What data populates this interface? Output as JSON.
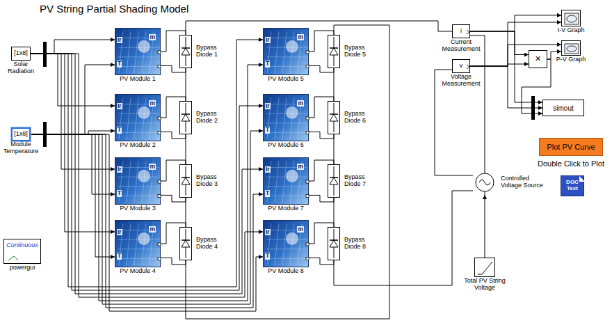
{
  "diagram": {
    "title": "PV String Partial Shading Model",
    "nodes": [
      {
        "text": [
          "[1x8]",
          "Solar Radiation"
        ]
      },
      {
        "text": [
          "[1x8]",
          "Module Temperature"
        ]
      },
      {
        "text": [
          "Continuous",
          "powergui"
        ]
      },
      {
        "text": [
          "Ir",
          "T",
          "m",
          "PV Module 1"
        ]
      },
      {
        "text": [
          "Ir",
          "T",
          "m",
          "PV Module 2"
        ]
      },
      {
        "text": [
          "Ir",
          "T",
          "m",
          "PV Module 3"
        ]
      },
      {
        "text": [
          "Ir",
          "T",
          "m",
          "PV Module 4"
        ]
      },
      {
        "text": [
          "Ir",
          "T",
          "m",
          "PV Module 5"
        ]
      },
      {
        "text": [
          "Ir",
          "T",
          "m",
          "PV Module 6"
        ]
      },
      {
        "text": [
          "Ir",
          "T",
          "m",
          "PV Module 7"
        ]
      },
      {
        "text": [
          "Ir",
          "T",
          "m",
          "PV Module 8"
        ]
      },
      {
        "text": [
          "Bypass Diode 1"
        ]
      },
      {
        "text": [
          "Bypass Diode 2"
        ]
      },
      {
        "text": [
          "Bypass Diode 3"
        ]
      },
      {
        "text": [
          "Bypass Diode 4"
        ]
      },
      {
        "text": [
          "Bypass Diode 5"
        ]
      },
      {
        "text": [
          "Bypass Diode 6"
        ]
      },
      {
        "text": [
          "Bypass Diode 7"
        ]
      },
      {
        "text": [
          "Bypass Diode 8"
        ]
      },
      {
        "text": [
          "i",
          "Current Measurement"
        ]
      },
      {
        "text": [
          "v",
          "Voltage Measurement"
        ]
      },
      {
        "text": [
          "I-V Graph"
        ]
      },
      {
        "text": [
          "P-V Graph"
        ]
      },
      {
        "text": [
          "×"
        ]
      },
      {
        "text": [
          "simout"
        ]
      },
      {
        "text": [
          "Plot PV Curve"
        ]
      },
      {
        "text": [
          "DOC Text"
        ]
      },
      {
        "text": [
          "Controlled Voltage Source"
        ]
      },
      {
        "text": [
          "Total PV String Voltage"
        ]
      }
    ],
    "edges": [
      {
        "from": 0,
        "to": 3,
        "arrow": "to"
      },
      {
        "from": 0,
        "to": 4,
        "arrow": "to"
      },
      {
        "from": 0,
        "to": 5,
        "arrow": "to"
      },
      {
        "from": 0,
        "to": 6,
        "arrow": "to"
      },
      {
        "from": 0,
        "to": 7,
        "arrow": "to"
      },
      {
        "from": 0,
        "to": 8,
        "arrow": "to"
      },
      {
        "from": 0,
        "to": 9,
        "arrow": "to"
      },
      {
        "from": 0,
        "to": 10,
        "arrow": "to"
      },
      {
        "from": 1,
        "to": 3,
        "arrow": "to"
      },
      {
        "from": 1,
        "to": 4,
        "arrow": "to"
      },
      {
        "from": 1,
        "to": 5,
        "arrow": "to"
      },
      {
        "from": 1,
        "to": 6,
        "arrow": "to"
      },
      {
        "from": 1,
        "to": 7,
        "arrow": "to"
      },
      {
        "from": 1,
        "to": 8,
        "arrow": "to"
      },
      {
        "from": 1,
        "to": 9,
        "arrow": "to"
      },
      {
        "from": 1,
        "to": 10,
        "arrow": "to"
      },
      {
        "from": 3,
        "to": 11,
        "arrow": "none"
      },
      {
        "from": 4,
        "to": 12,
        "arrow": "none"
      },
      {
        "from": 5,
        "to": 13,
        "arrow": "none"
      },
      {
        "from": 6,
        "to": 14,
        "arrow": "none"
      },
      {
        "from": 7,
        "to": 15,
        "arrow": "none"
      },
      {
        "from": 8,
        "to": 16,
        "arrow": "none"
      },
      {
        "from": 9,
        "to": 17,
        "arrow": "none"
      },
      {
        "from": 10,
        "to": 18,
        "arrow": "none"
      },
      {
        "from": 11,
        "to": 12,
        "arrow": "none"
      },
      {
        "from": 12,
        "to": 13,
        "arrow": "none"
      },
      {
        "from": 13,
        "to": 14,
        "arrow": "none"
      },
      {
        "from": 14,
        "to": 15,
        "arrow": "none"
      },
      {
        "from": 15,
        "to": 16,
        "arrow": "none"
      },
      {
        "from": 16,
        "to": 17,
        "arrow": "none"
      },
      {
        "from": 17,
        "to": 18,
        "arrow": "none"
      },
      {
        "from": 11,
        "to": 19,
        "arrow": "none"
      },
      {
        "from": 18,
        "to": 27,
        "arrow": "none"
      },
      {
        "from": 19,
        "to": 27,
        "arrow": "none"
      },
      {
        "from": 20,
        "to": 27,
        "arrow": "none"
      },
      {
        "from": 28,
        "to": 27,
        "arrow": "to"
      },
      {
        "from": 19,
        "to": 21,
        "arrow": "to"
      },
      {
        "from": 19,
        "to": 23,
        "arrow": "to"
      },
      {
        "from": 19,
        "to": 24,
        "arrow": "to"
      },
      {
        "from": 20,
        "to": 21,
        "arrow": "to"
      },
      {
        "from": 20,
        "to": 22,
        "arrow": "to"
      },
      {
        "from": 20,
        "to": 23,
        "arrow": "to"
      },
      {
        "from": 20,
        "to": 24,
        "arrow": "to"
      },
      {
        "from": 23,
        "to": 22,
        "arrow": "to"
      },
      {
        "from": 23,
        "to": 24,
        "arrow": "to"
      }
    ],
    "labels": [
      "Double Click to Plot"
    ]
  }
}
